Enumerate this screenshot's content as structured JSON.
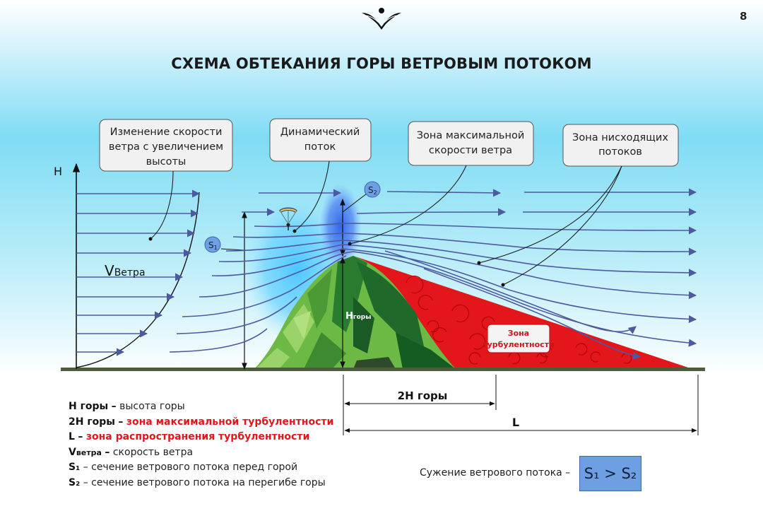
{
  "page_number": "8",
  "title": "СХЕМА ОБТЕКАНИЯ ГОРЫ ВЕТРОВЫМ ПОТОКОМ",
  "callouts": {
    "speed_change": [
      "Изменение скорости",
      "ветра с увеличением",
      "высоты"
    ],
    "dynamic_flow": [
      "Динамический",
      "поток"
    ],
    "max_speed": [
      "Зона максимальной",
      "скорости ветра"
    ],
    "downflow": [
      "Зона нисходящих",
      "потоков"
    ]
  },
  "axis": {
    "h_label": "H",
    "v_label_main": "V",
    "v_label_sub": "Ветра"
  },
  "markers": {
    "s1_main": "S",
    "s1_sub": "1",
    "s2_main": "S",
    "s2_sub": "2"
  },
  "mountain_label": {
    "main": "H",
    "sub": "горы"
  },
  "turbulence_label": [
    "Зона",
    "турбулентности"
  ],
  "dimensions": {
    "two_h": "2H горы",
    "l": "L"
  },
  "legend": {
    "h_key": "H горы",
    "h_text": "высота горы",
    "two_h_key": "2H горы",
    "two_h_text": "зона максимальной турбулентности",
    "l_key": "L",
    "l_text": "зона распространения турбулентности",
    "v_key_main": "V",
    "v_key_sub": "ветра",
    "v_text": "скорость ветра",
    "s1_key": "S₁",
    "s1_text": "сечение ветрового потока перед горой",
    "s2_key": "S₂",
    "s2_text": "сечение ветрового потока на перегибе горы",
    "dash": "–"
  },
  "narrowing": {
    "label": "Сужение ветрового потока –",
    "formula": "S₁ > S₂"
  },
  "colors": {
    "sky_top": "#5ad1f2",
    "sky_bottom": "#ffffff",
    "arrow": "#4e5aa0",
    "turbulence": "#e3161b",
    "ground": "#4b5d3a",
    "mountain_light": "#7ec850",
    "mountain_dark": "#1f6a2a",
    "callout_fill": "#f1f1f1"
  },
  "icons": {
    "logo": "bird-logo-icon",
    "paraglider": "paraglider-icon"
  }
}
